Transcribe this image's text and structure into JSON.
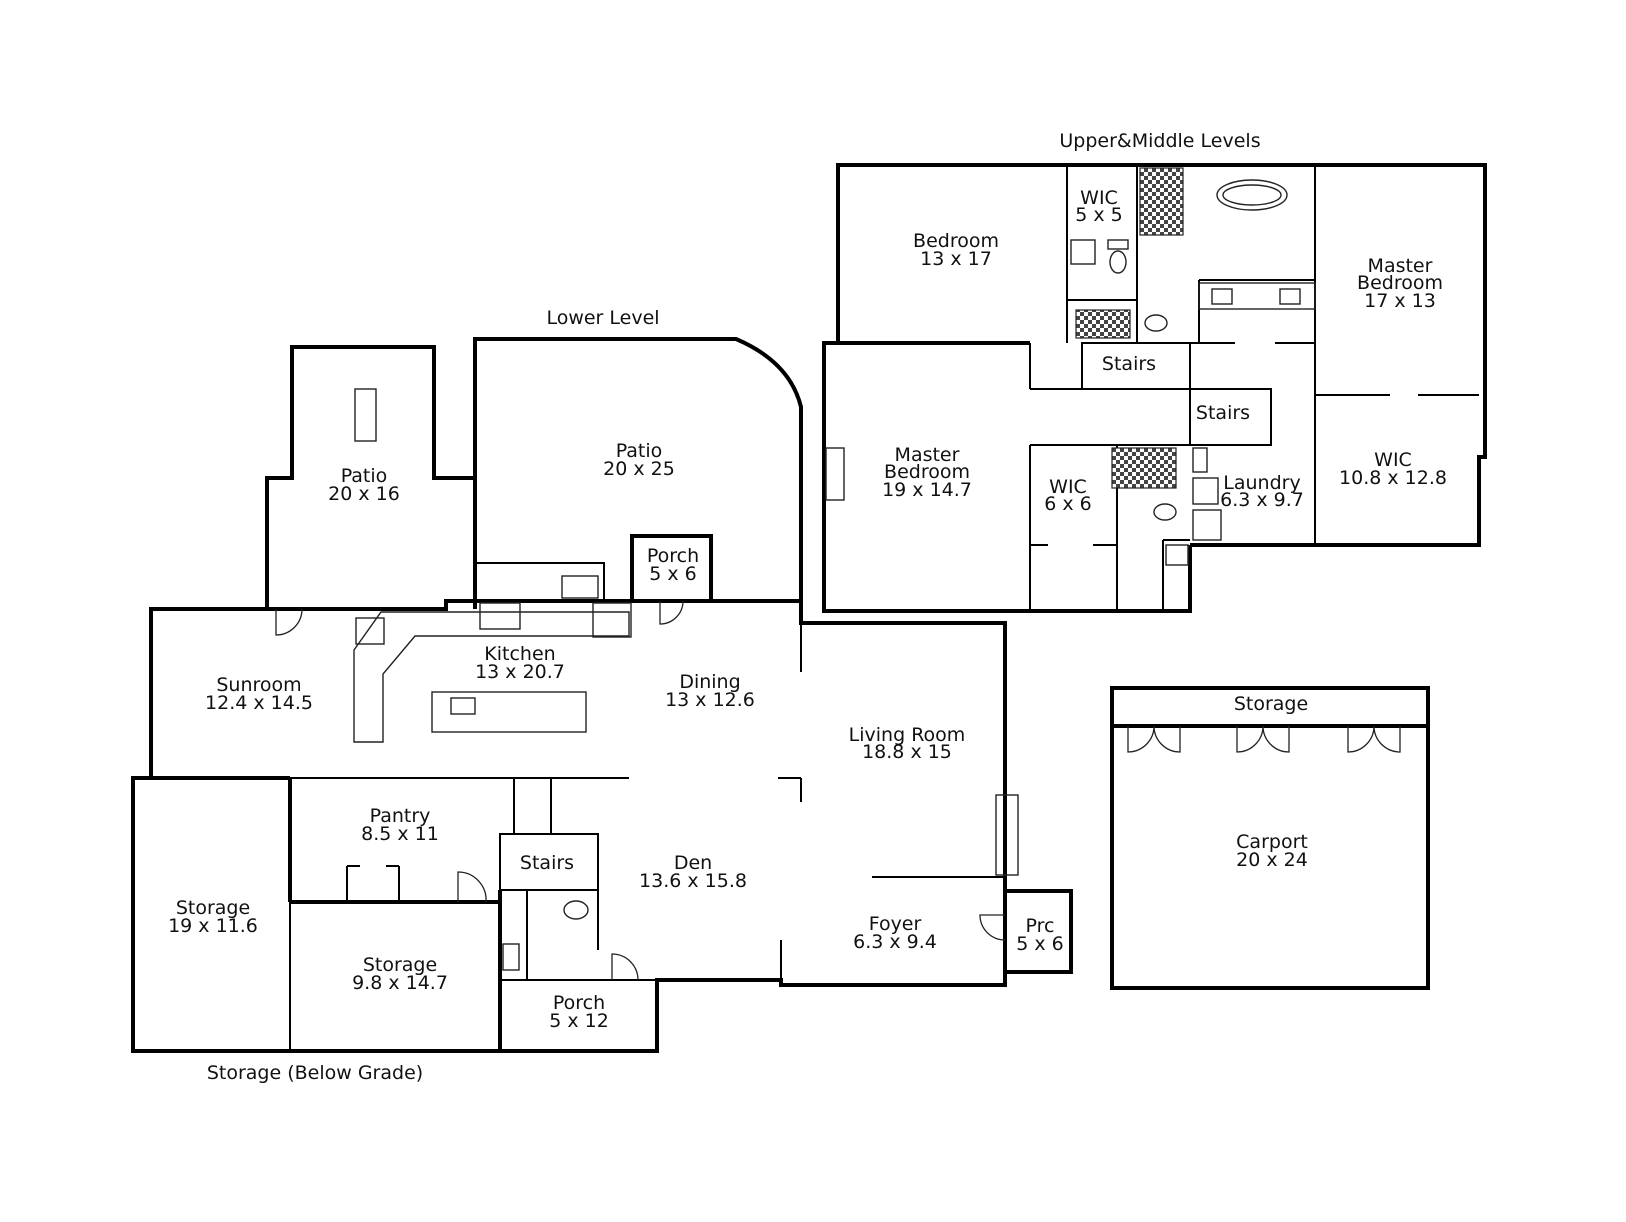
{
  "titles": {
    "upper": "Upper&Middle Levels",
    "lower": "Lower Level",
    "below_grade": "Storage (Below Grade)"
  },
  "rooms": {
    "bedroom": {
      "name": "Bedroom",
      "dims": "13 x 17"
    },
    "wic_upper_small": {
      "name": "WIC",
      "dims": "5 x 5"
    },
    "master_bedroom_upper": {
      "name": "Master Bedroom",
      "name1": "Master",
      "name2": "Bedroom",
      "dims": "17 x 13"
    },
    "stairs_upper": {
      "name": "Stairs"
    },
    "stairs_middle": {
      "name": "Stairs"
    },
    "master_bedroom_middle": {
      "name": "Master Bedroom",
      "name1": "Master",
      "name2": "Bedroom",
      "dims": "19 x 14.7"
    },
    "wic_middle": {
      "name": "WIC",
      "dims": "6 x 6"
    },
    "laundry": {
      "name": "Laundry",
      "dims": "6.3 x 9.7"
    },
    "wic_large": {
      "name": "WIC",
      "dims": "10.8 x 12.8"
    },
    "patio_left": {
      "name": "Patio",
      "dims": "20 x 16"
    },
    "patio_main": {
      "name": "Patio",
      "dims": "20 x 25"
    },
    "porch_top": {
      "name": "Porch",
      "dims": "5 x 6"
    },
    "kitchen": {
      "name": "Kitchen",
      "dims": "13 x 20.7"
    },
    "sunroom": {
      "name": "Sunroom",
      "dims": "12.4 x 14.5"
    },
    "dining": {
      "name": "Dining",
      "dims": "13 x 12.6"
    },
    "living_room": {
      "name": "Living Room",
      "dims": "18.8 x 15"
    },
    "pantry": {
      "name": "Pantry",
      "dims": "8.5 x 11"
    },
    "stairs_lower": {
      "name": "Stairs"
    },
    "den": {
      "name": "Den",
      "dims": "13.6 x 15.8"
    },
    "storage_left": {
      "name": "Storage",
      "dims": "19 x 11.6"
    },
    "storage_mid": {
      "name": "Storage",
      "dims": "9.8 x 14.7"
    },
    "foyer": {
      "name": "Foyer",
      "dims": "6.3 x 9.4"
    },
    "prc": {
      "name": "Prc",
      "dims": "5 x 6"
    },
    "porch_bottom": {
      "name": "Porch",
      "dims": "5 x 12"
    },
    "storage_carport": {
      "name": "Storage"
    },
    "carport": {
      "name": "Carport",
      "dims": "20 x 24"
    }
  }
}
